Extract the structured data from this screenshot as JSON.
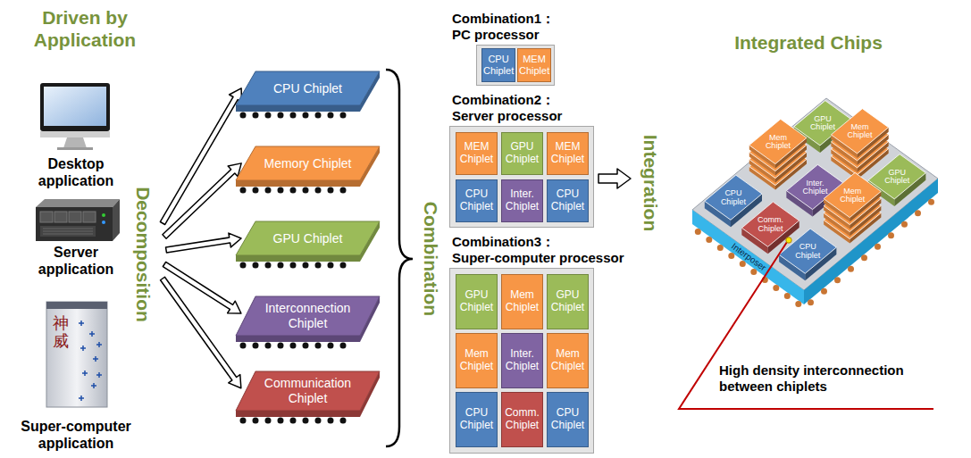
{
  "diagram": {
    "nodes": [
      {
        "text": [
          "CPU Chiplet"
        ]
      },
      {
        "text": [
          "Memory Chiplet"
        ]
      },
      {
        "text": [
          "GPU Chiplet"
        ]
      },
      {
        "text": [
          "Interconnection Chiplet"
        ]
      },
      {
        "text": [
          "Communication Chiplet"
        ]
      },
      {
        "text": [
          "Combination1：",
          "PC processor"
        ]
      },
      {
        "text": [
          "CPU Chiplet"
        ],
        "in": 5
      },
      {
        "text": [
          "MEM Chiplet"
        ],
        "in": 5
      },
      {
        "text": [
          "Combination2：",
          "Server processor"
        ]
      },
      {
        "text": [
          "MEM Chiplet"
        ],
        "in": 8
      },
      {
        "text": [
          "GPU Chiplet"
        ],
        "in": 8
      },
      {
        "text": [
          "MEM Chiplet"
        ],
        "in": 8
      },
      {
        "text": [
          "CPU Chiplet"
        ],
        "in": 8
      },
      {
        "text": [
          "Inter. Chiplet"
        ],
        "in": 8
      },
      {
        "text": [
          "CPU Chiplet"
        ],
        "in": 8
      },
      {
        "text": [
          "Combination3：",
          "Super-computer processor"
        ]
      },
      {
        "text": [
          "GPU Chiplet"
        ],
        "in": 15
      },
      {
        "text": [
          "Mem Chiplet"
        ],
        "in": 15
      },
      {
        "text": [
          "GPU Chiplet"
        ],
        "in": 15
      },
      {
        "text": [
          "Mem Chiplet"
        ],
        "in": 15
      },
      {
        "text": [
          "Inter. Chiplet"
        ],
        "in": 15
      },
      {
        "text": [
          "Mem Chiplet"
        ],
        "in": 15
      },
      {
        "text": [
          "CPU Chiplet"
        ],
        "in": 15
      },
      {
        "text": [
          "Comm. Chiplet"
        ],
        "in": 15
      },
      {
        "text": [
          "CPU Chiplet"
        ],
        "in": 15
      }
    ],
    "labels": [
      "Driven by Application",
      "Desktop application",
      "Server application",
      "神威",
      "Super-computer application",
      "Decomposition",
      "Combination",
      "Integration",
      "Integrated Chips",
      "GPU Chiplet",
      "Mem Chiplet",
      "Mem Chiplet",
      "GPU Chiplet",
      "Inter. Chiplet",
      "Mem Chiplet",
      "CPU Chiplet",
      "Comm. Chiplet",
      "CPU Chiplet",
      "Interposer",
      "High density interconnection between chiplets"
    ]
  }
}
